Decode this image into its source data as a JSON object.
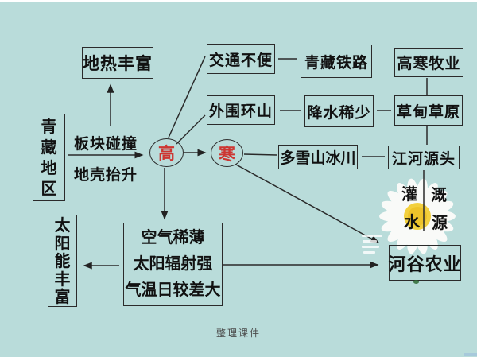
{
  "slide": {
    "footer": "整理课件",
    "colors": {
      "background": "#b9dcda",
      "box_border": "#2b2b2b",
      "text": "#111111",
      "accent_red": "#cd3632",
      "flower_petal": "#fcfcfa",
      "flower_center": "#f3d03e"
    }
  },
  "nodes": {
    "region": "青藏地区",
    "geothermal": "地热丰富",
    "cause_top": "板块碰撞",
    "cause_bottom": "地壳抬升",
    "high": "高",
    "cold": "寒",
    "transport": "交通不便",
    "railway": "青藏铁路",
    "pastoral": "高寒牧业",
    "mountains": "外围环山",
    "precipitation": "降水稀少",
    "grassland": "草甸草原",
    "glaciers": "多雪山冰川",
    "river_source": "江河源头",
    "irrigation": [
      "灌",
      "溉",
      "水",
      "源"
    ],
    "solar": "太阳能丰富",
    "climate": [
      "空气稀薄",
      "太阳辐射强",
      "气温日较差大"
    ],
    "valley": "河谷农业"
  }
}
